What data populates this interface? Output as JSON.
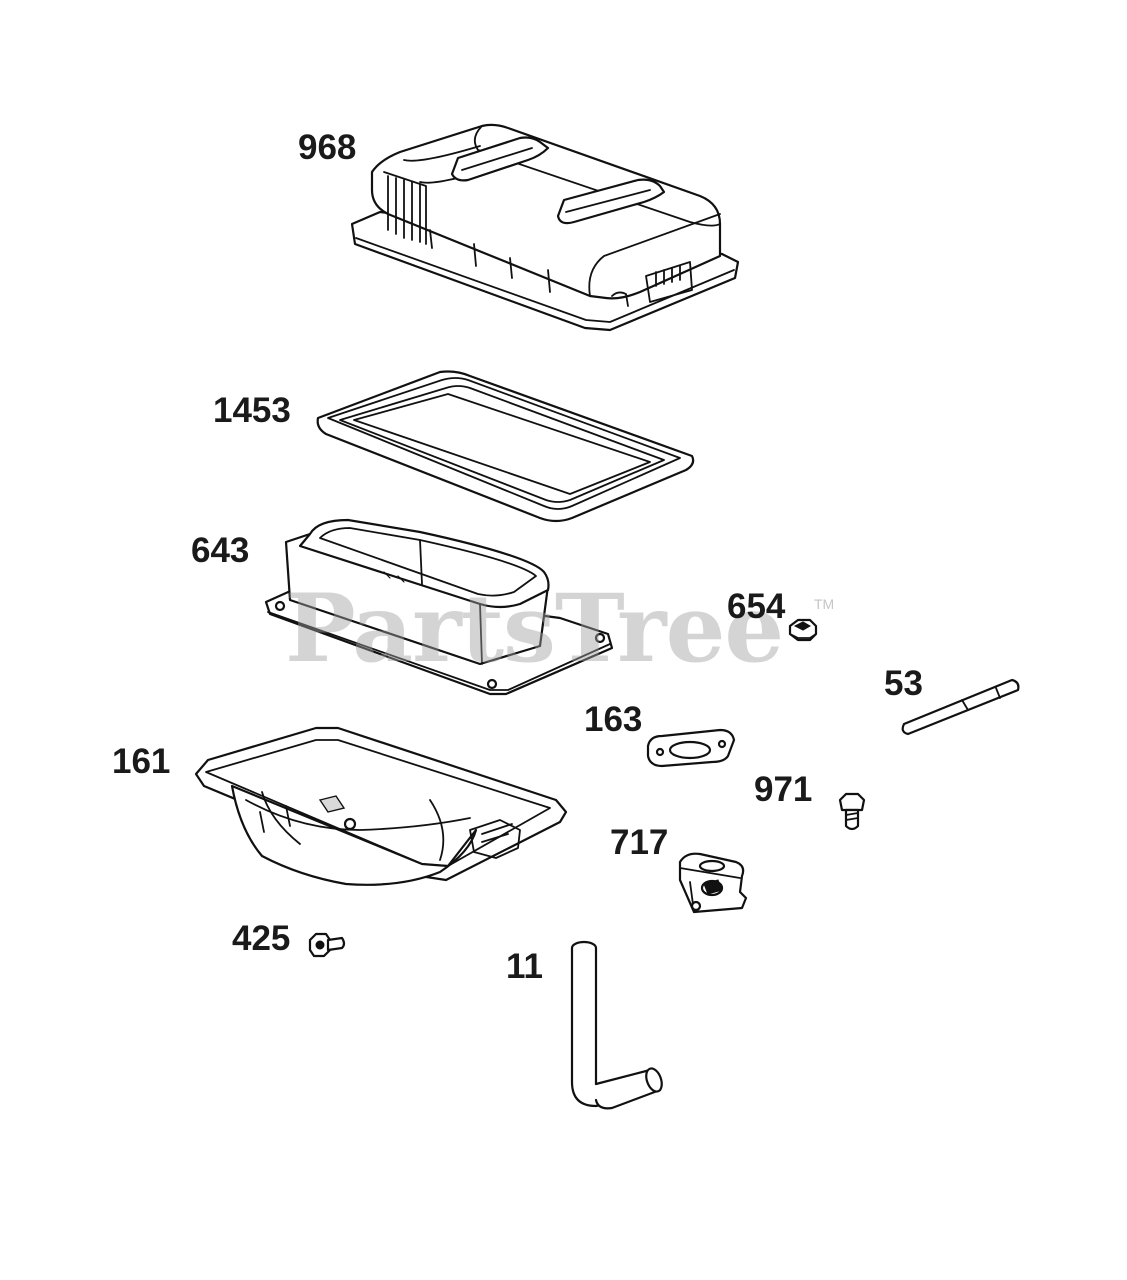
{
  "watermark": {
    "text": "PartsTree",
    "trademark": "TM"
  },
  "parts": [
    {
      "key": "cover",
      "number": "968"
    },
    {
      "key": "gasket_large",
      "number": "1453"
    },
    {
      "key": "adapter",
      "number": "643"
    },
    {
      "key": "nut",
      "number": "654"
    },
    {
      "key": "stud",
      "number": "53"
    },
    {
      "key": "gasket_small",
      "number": "163"
    },
    {
      "key": "base",
      "number": "161"
    },
    {
      "key": "screw_971",
      "number": "971"
    },
    {
      "key": "bracket",
      "number": "717"
    },
    {
      "key": "screw_425",
      "number": "425"
    },
    {
      "key": "tube",
      "number": "11"
    }
  ]
}
